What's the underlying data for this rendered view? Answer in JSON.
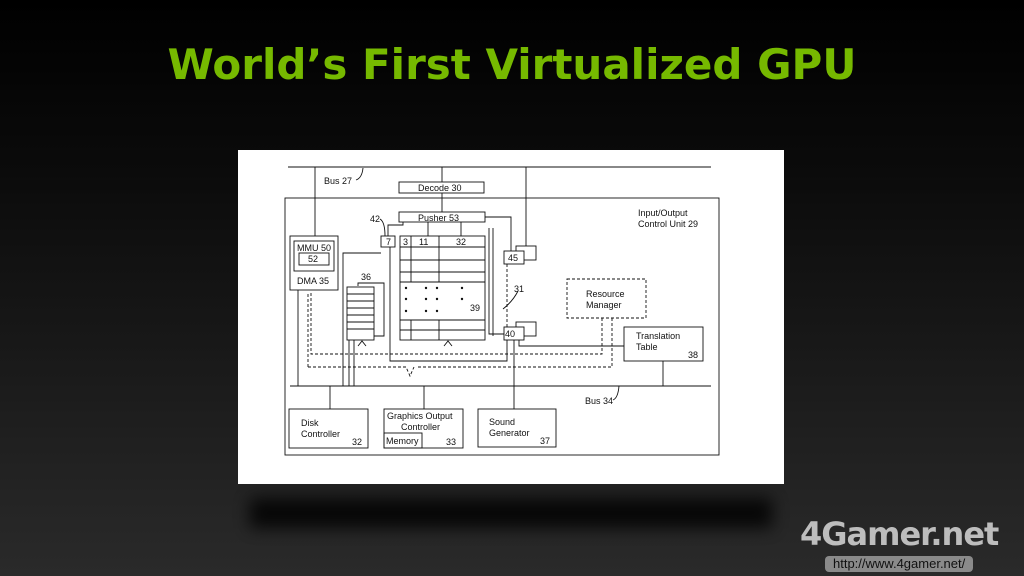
{
  "slide": {
    "title": "World’s First Virtualized GPU"
  },
  "diagram": {
    "bus_27": "Bus 27",
    "decode": "Decode 30",
    "pusher": "Pusher 53",
    "io_unit_line1": "Input/Output",
    "io_unit_line2": "Control Unit 29",
    "mmu": "MMU 50",
    "mmu_inner": "52",
    "dma": "DMA 35",
    "ref_42": "42",
    "box_7": "7",
    "col_3": "3",
    "col_11": "11",
    "col_32": "32",
    "ref_36": "36",
    "ref_39": "39",
    "ref_31": "31",
    "box_45": "45",
    "box_40": "40",
    "resource_manager_line1": "Resource",
    "resource_manager_line2": "Manager",
    "translation_line1": "Translation",
    "translation_line2": "Table",
    "translation_num": "38",
    "bus_34": "Bus 34",
    "disk_line1": "Disk",
    "disk_line2": "Controller",
    "disk_num": "32",
    "graphics_line1": "Graphics Output",
    "graphics_line2": "Controller",
    "graphics_memory": "Memory",
    "graphics_num": "33",
    "sound_line1": "Sound",
    "sound_line2": "Generator",
    "sound_num": "37"
  },
  "watermark": {
    "logo": "4Gamer.net",
    "url": "http://www.4gamer.net/"
  }
}
